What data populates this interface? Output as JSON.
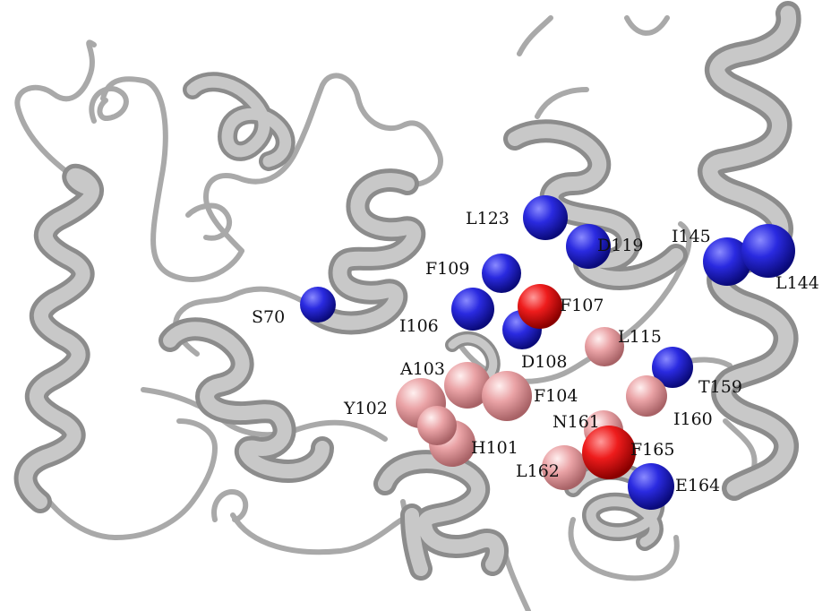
{
  "colors": {
    "background": "#ffffff",
    "ribbon": "#b4b4b4",
    "ribbon_dark": "#8c8c8c",
    "blue_residue": "#1c1ccc",
    "red_residue": "#e41a1a",
    "pink_residue": "#e3999c",
    "label_text": "#111111"
  },
  "residues": [
    {
      "label": "S70",
      "color": "blue"
    },
    {
      "label": "F109",
      "color": "blue"
    },
    {
      "label": "I106",
      "color": "blue"
    },
    {
      "label": "F107",
      "color": "red"
    },
    {
      "label": "D108",
      "color": "blue"
    },
    {
      "label": "L123",
      "color": "blue"
    },
    {
      "label": "D119",
      "color": "blue"
    },
    {
      "label": "I145",
      "color": "blue"
    },
    {
      "label": "L144",
      "color": "blue"
    },
    {
      "label": "L115",
      "color": "pink"
    },
    {
      "label": "T159",
      "color": "blue"
    },
    {
      "label": "I160",
      "color": "pink"
    },
    {
      "label": "A103",
      "color": "pink"
    },
    {
      "label": "F104",
      "color": "pink"
    },
    {
      "label": "Y102",
      "color": "pink"
    },
    {
      "label": "H101",
      "color": "pink"
    },
    {
      "label": "N161",
      "color": "pink"
    },
    {
      "label": "F165",
      "color": "red"
    },
    {
      "label": "L162",
      "color": "pink"
    },
    {
      "label": "E164",
      "color": "blue"
    }
  ]
}
